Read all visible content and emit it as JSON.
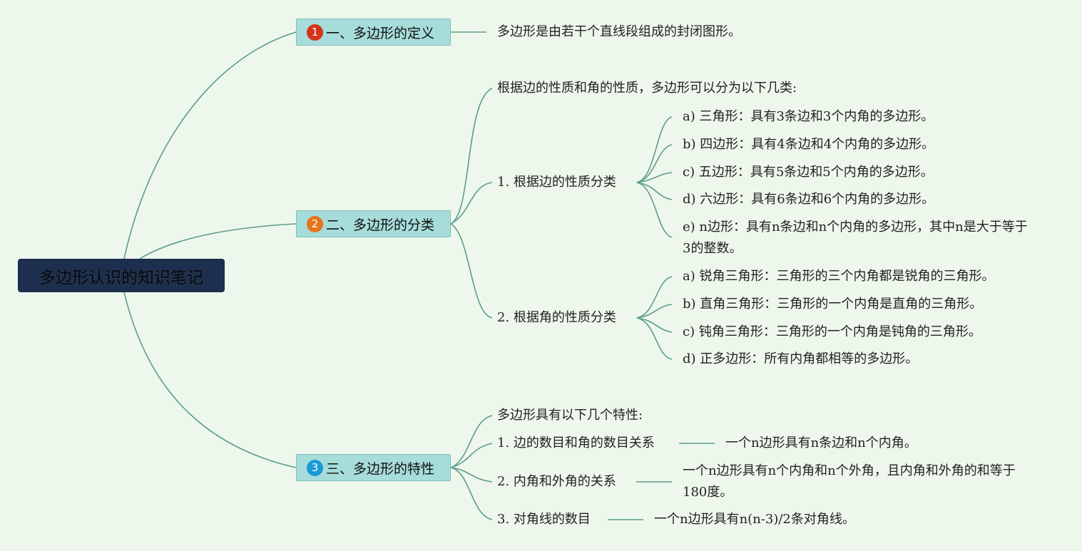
{
  "colors": {
    "background": "#eef7ec",
    "root_bg": "#1c2f4f",
    "topic_bg": "#a6dcda",
    "line": "#5b9d8b",
    "badge_1": "#d5321b",
    "badge_2": "#e8731b",
    "badge_3": "#1a9ad6"
  },
  "root": {
    "title": "多边形认识的知识笔记"
  },
  "topic1": {
    "badge": "1",
    "label": "一、多边形的定义",
    "definition": "多边形是由若干个直线段组成的封闭图形。"
  },
  "topic2": {
    "badge": "2",
    "label": "二、多边形的分类",
    "intro": "根据边的性质和角的性质，多边形可以分为以下几类:",
    "by_side": {
      "label": "1. 根据边的性质分类",
      "items": [
        "a) 三角形：具有3条边和3个内角的多边形。",
        "b) 四边形：具有4条边和4个内角的多边形。",
        "c) 五边形：具有5条边和5个内角的多边形。",
        "d) 六边形：具有6条边和6个内角的多边形。",
        "e) n边形：具有n条边和n个内角的多边形，其中n是大于等于3的整数。"
      ]
    },
    "by_angle": {
      "label": "2. 根据角的性质分类",
      "items": [
        "a) 锐角三角形：三角形的三个内角都是锐角的三角形。",
        "b) 直角三角形：三角形的一个内角是直角的三角形。",
        "c) 钝角三角形：三角形的一个内角是钝角的三角形。",
        "d) 正多边形：所有内角都相等的多边形。"
      ]
    }
  },
  "topic3": {
    "badge": "3",
    "label": "三、多边形的特性",
    "intro": "多边形具有以下几个特性:",
    "properties": [
      {
        "label": "1. 边的数目和角的数目关系",
        "detail": "一个n边形具有n条边和n个内角。"
      },
      {
        "label": "2. 内角和外角的关系",
        "detail": "一个n边形具有n个内角和n个外角，且内角和外角的和等于180度。"
      },
      {
        "label": "3. 对角线的数目",
        "detail": "一个n边形具有n(n-3)/2条对角线。"
      }
    ]
  }
}
